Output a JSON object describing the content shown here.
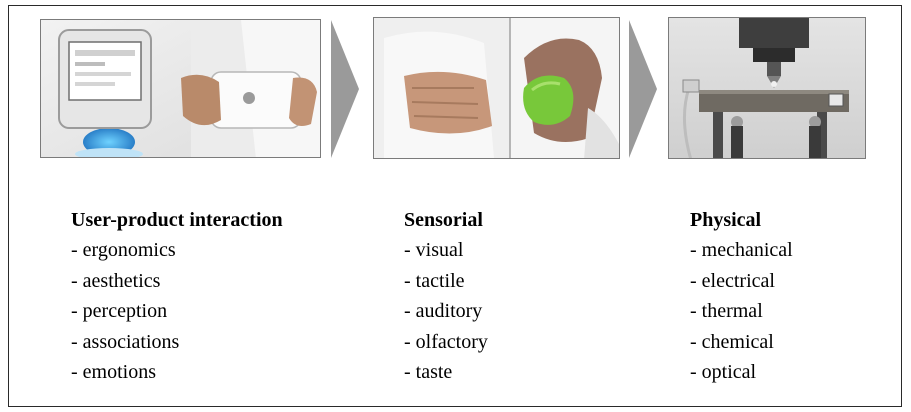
{
  "columns": [
    {
      "title": "User-product interaction",
      "items": [
        "- ergonomics",
        "- aesthetics",
        "- perception",
        "- associations",
        "- emotions"
      ]
    },
    {
      "title": "Sensorial",
      "items": [
        "- visual",
        "- tactile",
        "- auditory",
        "- olfactory",
        "- taste"
      ]
    },
    {
      "title": "Physical",
      "items": [
        "- mechanical",
        "- electrical",
        "- thermal",
        "- chemical",
        "- optical"
      ]
    }
  ],
  "images": [
    {
      "icon": "user-product-interaction-photo"
    },
    {
      "icon": "sensorial-photo"
    },
    {
      "icon": "physical-testing-photo"
    }
  ],
  "colors": {
    "arrow": "#9a9a9a",
    "frame_border": "#2a2a2a",
    "green_object": "#78c83a"
  }
}
